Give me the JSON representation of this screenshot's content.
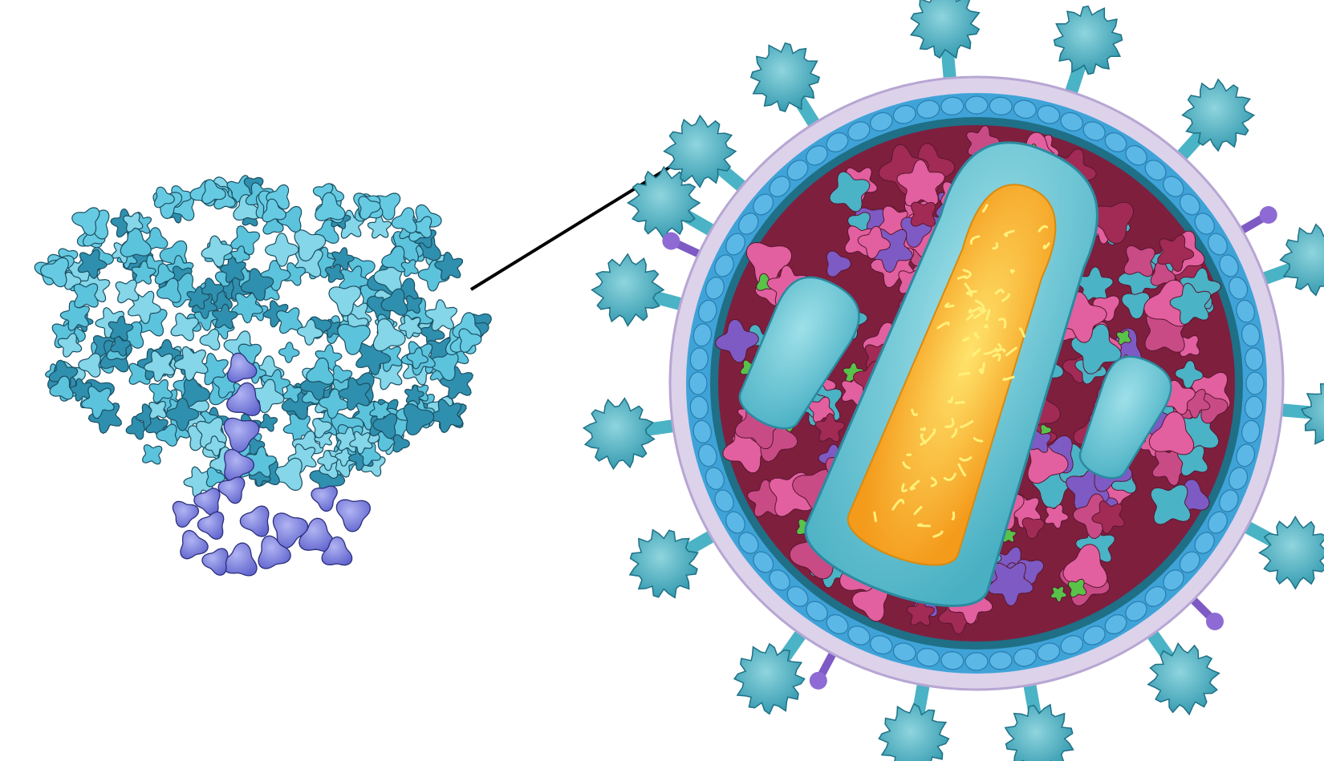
{
  "scene": {
    "background": "#ffffff",
    "subjects": [
      {
        "name": "glycoprotein-trimer",
        "kind": "molecular-illustration",
        "colors": {
          "main": "#5cc3dd",
          "dark": "#2f8fae",
          "stem": "#7f83e2"
        }
      },
      {
        "name": "virus-particle",
        "kind": "molecular-illustration",
        "colors": {
          "membrane": "#d9cfe8",
          "matrix": "#3ea1d7",
          "spike": "#4ab3c5",
          "capsid": "#66c7d6",
          "interior": "#8d2446",
          "protein": "#e2609f",
          "green": "#58c249",
          "purple": "#7d5ac4",
          "genome": "#f5c325",
          "genome_core": "#f49b1c"
        }
      }
    ],
    "connector": {
      "color": "#000000"
    }
  }
}
